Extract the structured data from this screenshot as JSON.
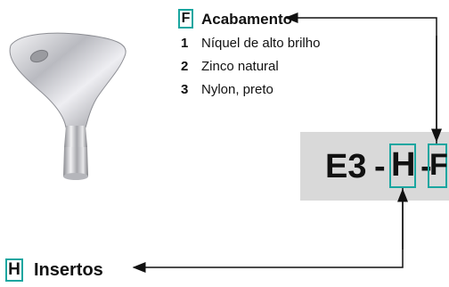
{
  "finish": {
    "letter": "F",
    "title": "Acabamento",
    "options": [
      {
        "num": "1",
        "label": "Níquel de alto brilho"
      },
      {
        "num": "2",
        "label": "Zinco natural"
      },
      {
        "num": "3",
        "label": "Nylon, preto"
      }
    ]
  },
  "code": {
    "prefix": "E3",
    "sep1": "-",
    "slot1": "H",
    "sep2": "-",
    "slot2": "F"
  },
  "inserts": {
    "letter": "H",
    "title": "Insertos"
  },
  "colors": {
    "accent_box": "#1aa6a0",
    "panel": "#d9d9d9",
    "key_metal": "#c8c8cc"
  },
  "icons": {
    "product": "triangular-key-image"
  }
}
